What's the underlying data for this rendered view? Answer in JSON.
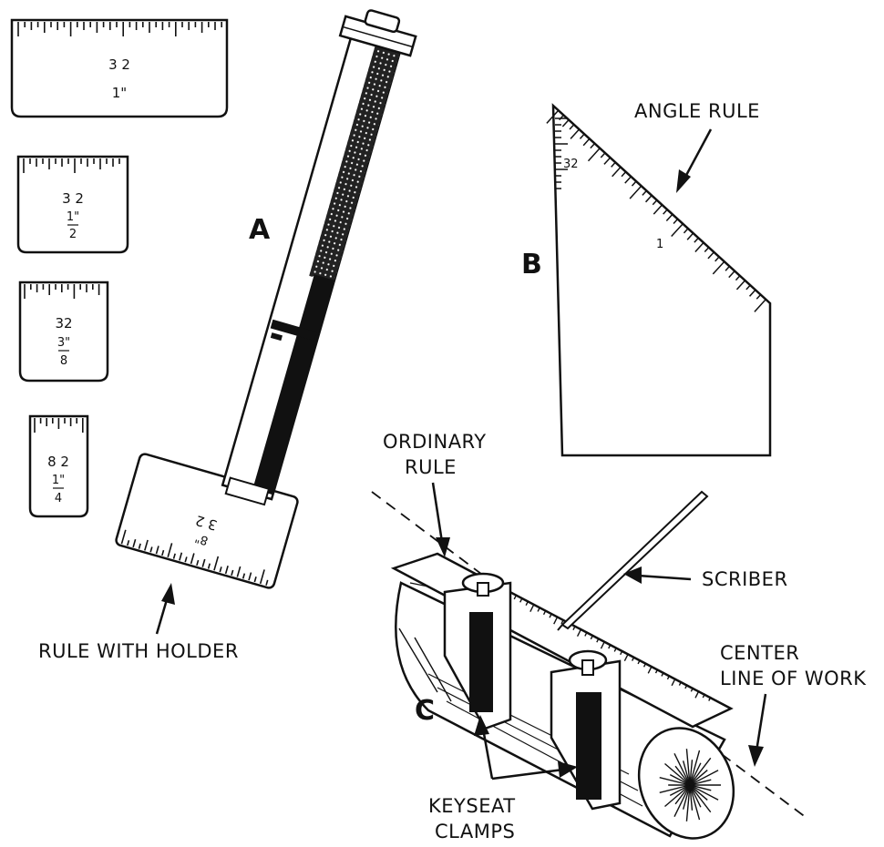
{
  "figures": {
    "a": {
      "letter": "A"
    },
    "b": {
      "letter": "B"
    },
    "c": {
      "letter": "C"
    }
  },
  "labels": {
    "rule_with_holder": "RULE WITH HOLDER",
    "angle_rule": "ANGLE RULE",
    "ordinary_rule_line1": "ORDINARY",
    "ordinary_rule_line2": "RULE",
    "scriber": "SCRIBER",
    "center_line_1": "CENTER",
    "center_line_2": "LINE OF WORK",
    "keyseat_1": "KEYSEAT",
    "keyseat_2": "CLAMPS"
  },
  "small_rules": [
    {
      "scale": "3 2",
      "size": "1\""
    },
    {
      "scale": "3 2",
      "size_num": "1\"",
      "size_den": "2"
    },
    {
      "scale": "32",
      "size_num": "3\"",
      "size_den": "8"
    },
    {
      "scale": "8 2",
      "size_num": "1\"",
      "size_den": "4"
    }
  ],
  "holder_rule": {
    "scale": "3 2",
    "mark": "8\""
  },
  "angle_rule_marks": {
    "scale": "32",
    "inch": "1"
  }
}
